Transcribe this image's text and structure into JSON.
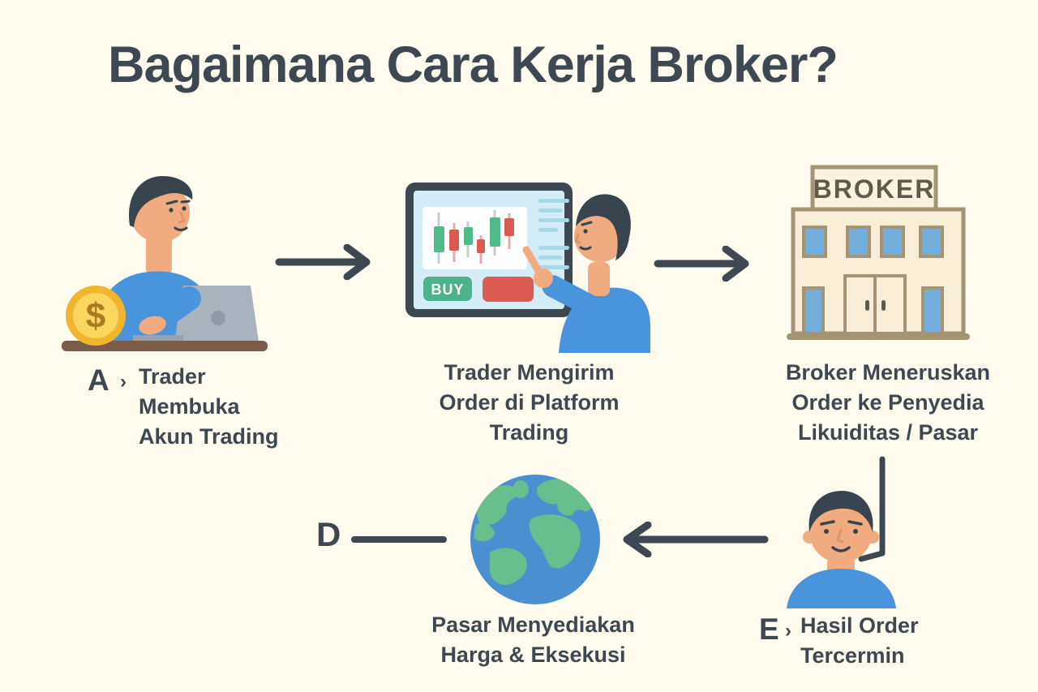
{
  "title": "Bagaimana Cara Kerja Broker?",
  "colors": {
    "background": "#FFFBEE",
    "ink": "#3E4852",
    "shirt_blue": "#4A94DB",
    "buy_green": "#4DB287",
    "sell_red": "#DB5A52",
    "coin_gold": "#F2B62E",
    "building_tan": "#A39474",
    "globe_blue": "#4A8FD0",
    "globe_green": "#68BE8D"
  },
  "flow": {
    "step_a": {
      "marker": "A",
      "chevron": "›",
      "lines": [
        "Trader",
        "Membuka",
        "Akun Trading"
      ]
    },
    "step_b": {
      "lines": [
        "Trader Mengirim",
        "Order di Platform",
        "Trading"
      ]
    },
    "step_c": {
      "lines": [
        "Broker Meneruskan",
        "Order ke Penyedia",
        "Likuiditas / Pasar"
      ]
    },
    "step_d": {
      "marker": "D",
      "lines": [
        "Pasar Menyediakan",
        "Harga & Eksekusi"
      ]
    },
    "step_e": {
      "marker": "E",
      "chevron": "›",
      "lines": [
        "Hasil Order",
        "Tercermin"
      ]
    }
  },
  "platform_screen": {
    "buy_label": "BUY"
  },
  "broker_building": {
    "sign_label": "BROKER"
  },
  "coin": {
    "symbol": "$"
  }
}
